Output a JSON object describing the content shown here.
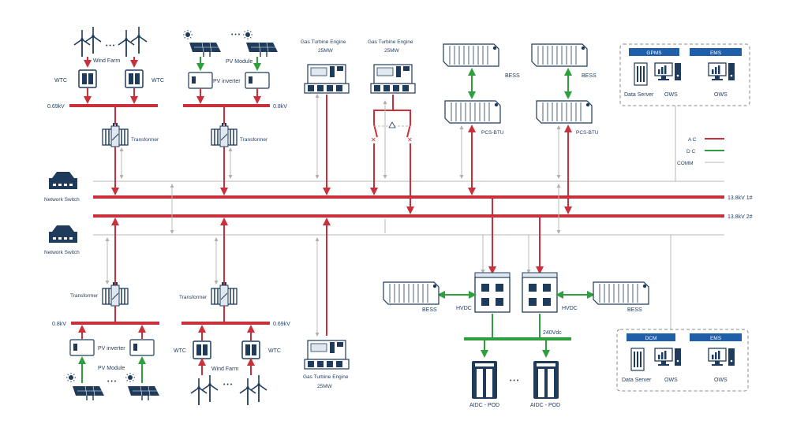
{
  "wind_farm_top": {
    "label": "Wind Farm",
    "wtc_left": "WTC",
    "wtc_right": "WTC",
    "dots": "• • •"
  },
  "pv_top": {
    "module_label": "PV Module",
    "inverter_label": "PV inverter",
    "dots": "• • •"
  },
  "voltages": {
    "left_top": "0.69kV",
    "right_top": "0.8kV",
    "left_bottom": "0.8kV",
    "right_bottom": "0.69kV"
  },
  "transformer_label": "Transformer",
  "gas_turbines": [
    {
      "name": "Gas Turbine Engine",
      "rating": "25MW"
    },
    {
      "name": "Gas Turbine Engine",
      "rating": "25MW"
    },
    {
      "name": "Gas Turbine Engine",
      "rating": "25MW"
    }
  ],
  "bess_labels": {
    "top_left": "BESS",
    "top_right": "BESS",
    "pcs_left": "PCS-BTU",
    "pcs_right": "PCS-BTU",
    "bottom_left": "BESS",
    "bottom_right": "BESS"
  },
  "network_switch": {
    "top": "Network Switch",
    "bottom": "Network Switch"
  },
  "buses": {
    "bus1": "13.8kV 1#",
    "bus2": "13.8kV 2#"
  },
  "legend": {
    "ac": "A C",
    "dc": "D C",
    "comm": "COMM"
  },
  "control_top": {
    "tab1": "GPMS",
    "tab2": "EMS",
    "data_server": "Data Server",
    "ows1": "OWS",
    "ows2": "OWS"
  },
  "control_bottom": {
    "tab1": "DCM",
    "tab2": "EMS",
    "data_server": "Data Server",
    "ows1": "OWS",
    "ows2": "OWS"
  },
  "hvdc": {
    "left": "HVDC",
    "right": "HVDC",
    "dc_voltage": "240Vdc"
  },
  "wind_farm_bottom": {
    "label": "Wind Farm",
    "wtc_left": "WTC",
    "wtc_right": "WTC",
    "dots": "• • •"
  },
  "pv_bottom": {
    "module_label": "PV Module",
    "inverter_label": "PV inverter",
    "dots": "• • •"
  },
  "aidc": {
    "left": "AIDC - POD",
    "right": "AIDC - POD",
    "dots": "• • •"
  },
  "colors": {
    "ac": "#c8303a",
    "dc": "#2e9e3e",
    "comm": "#b8b8b8",
    "navy": "#1f3b5c"
  }
}
